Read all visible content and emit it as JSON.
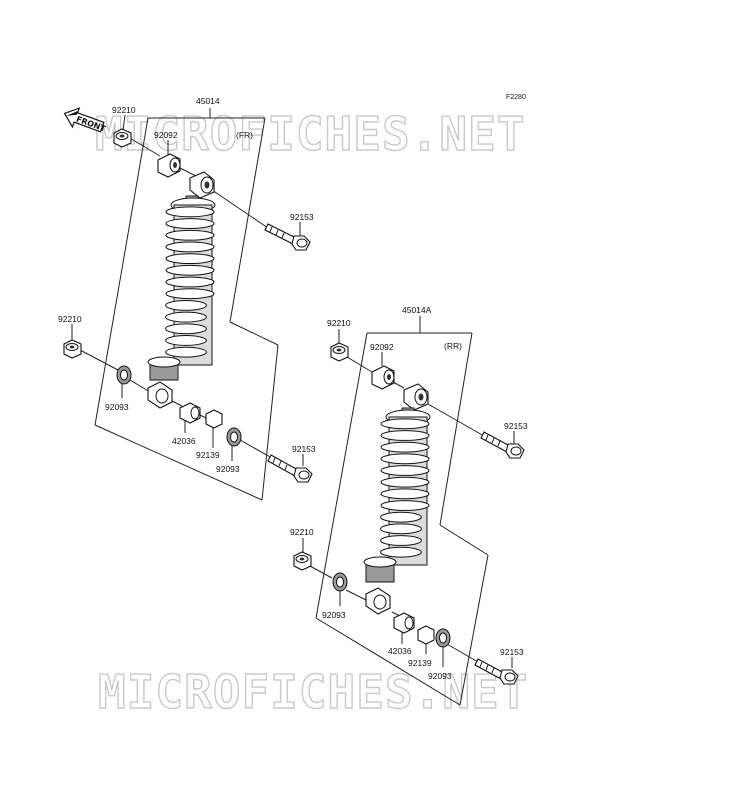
{
  "diagram": {
    "code": "F2280",
    "front_label": "FRONT",
    "watermark": "MICROFICHES.NET",
    "front_assembly": {
      "assembly_part": "45014",
      "position": "(FR)",
      "parts": {
        "nut_top": "92210",
        "collar_top": "92092",
        "bolt_top": "92153",
        "nut_bottom": "92210",
        "washer_bottom": "92093",
        "collar_bottom": "42036",
        "bushing": "92139",
        "washer_outer": "92093",
        "bolt_bottom": "92153"
      }
    },
    "rear_assembly": {
      "assembly_part": "45014A",
      "position": "(RR)",
      "parts": {
        "nut_top": "92210",
        "collar_top": "92092",
        "bolt_top": "92153",
        "nut_bottom": "92210",
        "washer_bottom": "92093",
        "collar_bottom": "42036",
        "bushing": "92139",
        "washer_outer": "92093",
        "bolt_bottom": "92153"
      }
    }
  }
}
